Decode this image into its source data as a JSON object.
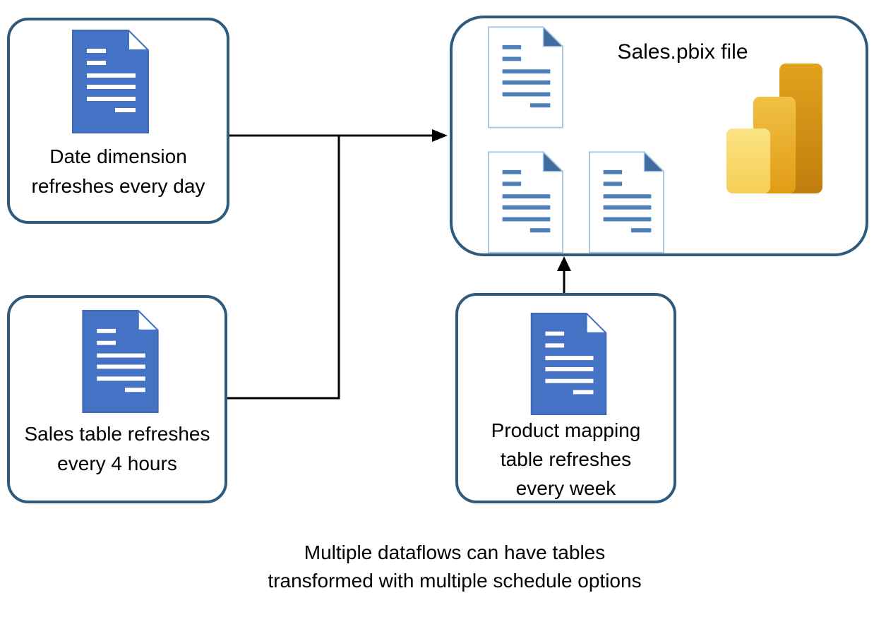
{
  "diagram": {
    "nodes": [
      {
        "id": "date-dataflow",
        "label": "Date dimension\nrefreshes every day",
        "icon": "document-icon"
      },
      {
        "id": "sales-dataflow",
        "label": "Sales table refreshes\nevery 4 hours",
        "icon": "document-icon"
      },
      {
        "id": "product-dataflow",
        "label": "Product mapping\ntable refreshes\nevery week",
        "icon": "document-icon"
      },
      {
        "id": "pbix-file",
        "label": "Sales.pbix file",
        "icons": [
          "document-outline-icon",
          "document-outline-icon",
          "document-outline-icon",
          "power-bi-logo"
        ]
      }
    ],
    "connectors": [
      {
        "from": "date-dataflow",
        "to": "pbix-file",
        "style": "straight-arrow-right"
      },
      {
        "from": "sales-dataflow",
        "to": "pbix-file",
        "style": "elbow-joins-arrow"
      },
      {
        "from": "product-dataflow",
        "to": "pbix-file",
        "style": "straight-arrow-up"
      }
    ],
    "caption": "Multiple dataflows can have tables\ntransformed with multiple schedule options",
    "colors": {
      "box_border": "#2E5B7D",
      "document_fill": "#4472C4",
      "document_outline": "#A9C4E2",
      "document_fold": "#3E6D9E",
      "document_lines": "#4E7FBA",
      "arrow": "#000000",
      "text": "#000000",
      "powerbi_bar_light_top": "#FBE386",
      "powerbi_bar_light_bottom": "#F6CE55",
      "powerbi_bar_mid_top": "#F0C145",
      "powerbi_bar_mid_bottom": "#E19C15",
      "powerbi_bar_dark_top": "#E2A21D",
      "powerbi_bar_dark_bottom": "#BF7E0D"
    }
  }
}
